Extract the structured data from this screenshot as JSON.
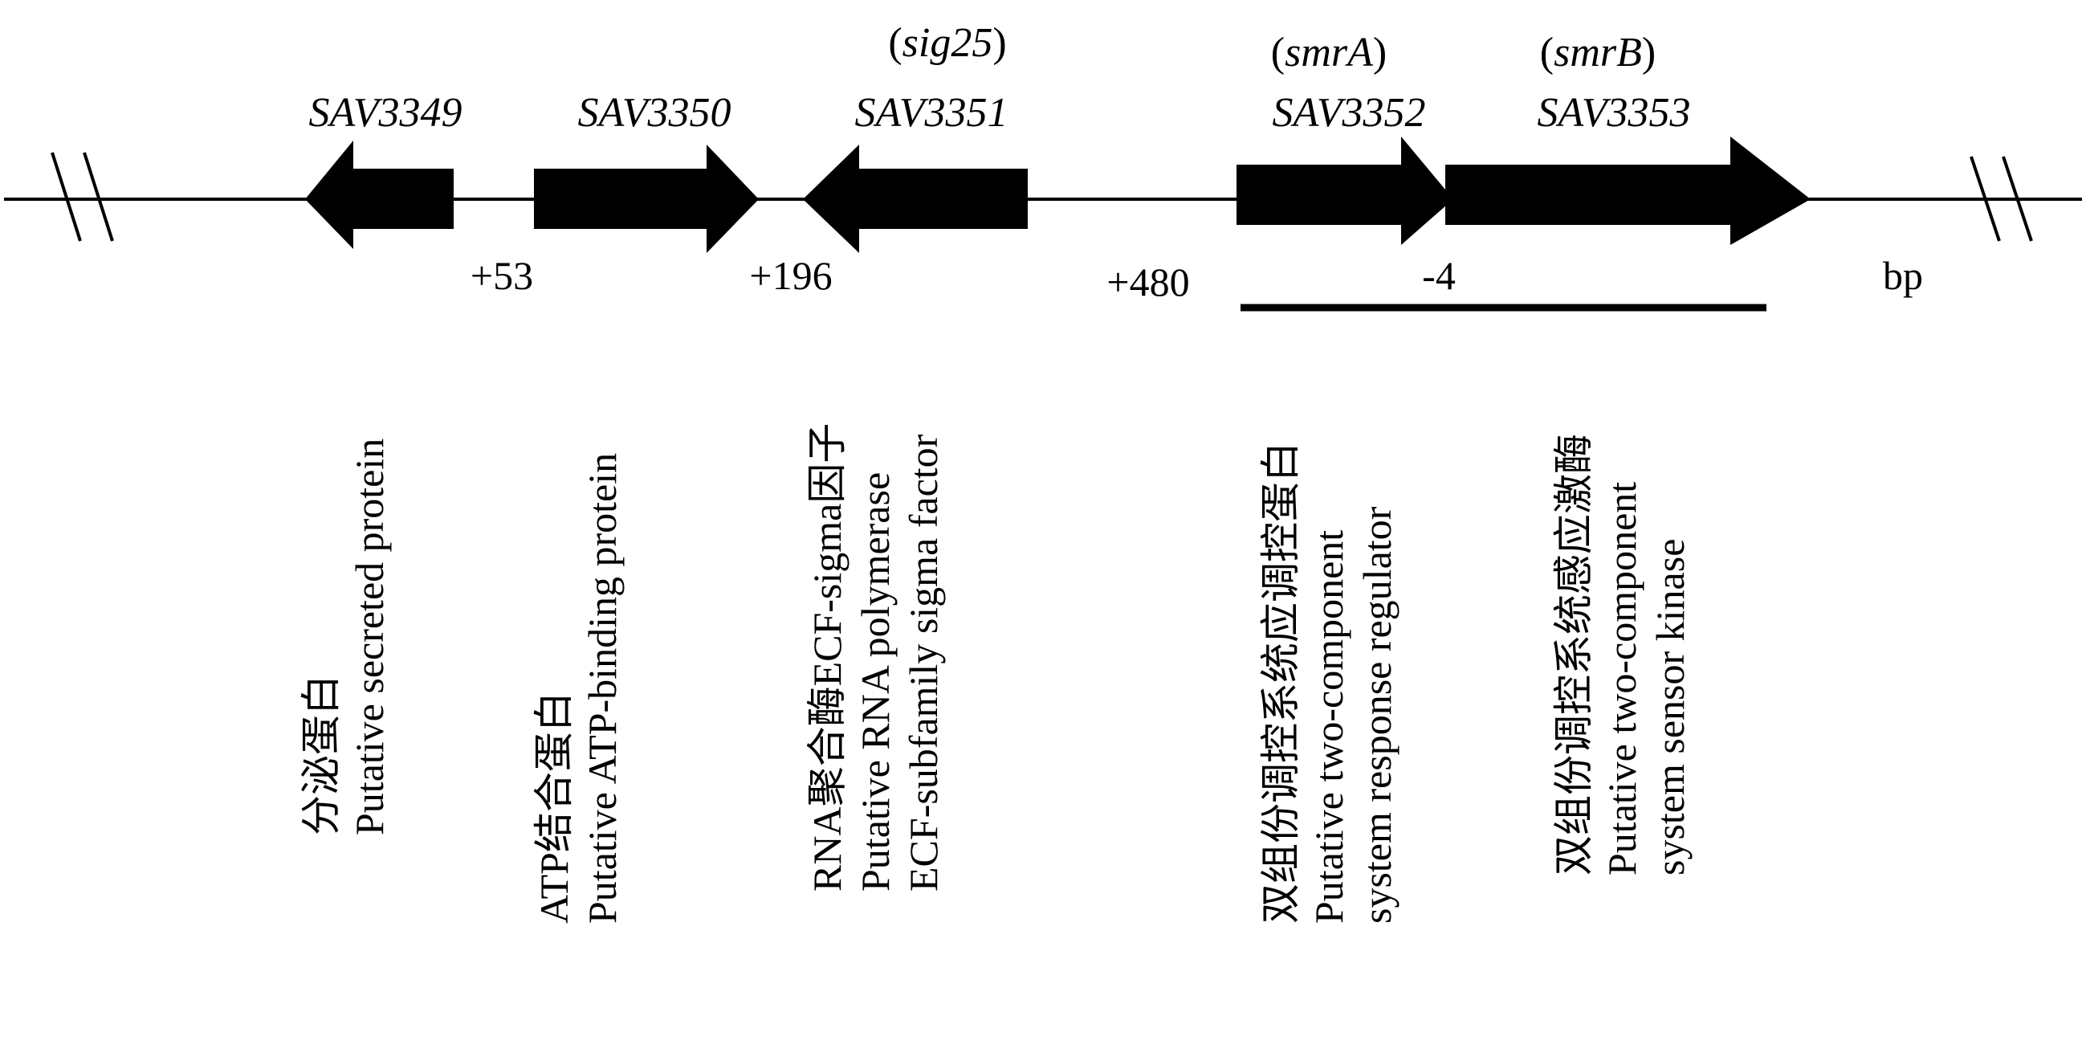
{
  "colors": {
    "ink": "#000000",
    "background": "#ffffff"
  },
  "genes": [
    {
      "name": "SAV3349",
      "alias": "",
      "direction": "left",
      "label_cn": "分泌蛋白",
      "label_en": [
        "Putative secreted protein"
      ]
    },
    {
      "name": "SAV3350",
      "alias": "",
      "direction": "right",
      "label_cn": "ATP结合蛋白",
      "label_en": [
        "Putative ATP-binding protein"
      ]
    },
    {
      "name": "SAV3351",
      "alias": "sig25",
      "direction": "left",
      "label_cn": "RNA聚合酶ECF-sigma因子",
      "label_en": [
        "Putative RNA polymerase",
        "ECF-subfamily sigma factor"
      ]
    },
    {
      "name": "SAV3352",
      "alias": "smrA",
      "direction": "right",
      "label_cn": "双组份调控系统应调控蛋白",
      "label_en": [
        "Putative two-component",
        "system response regulator"
      ]
    },
    {
      "name": "SAV3353",
      "alias": "smrB",
      "direction": "right",
      "label_cn": "双组份调控系统感应激酶",
      "label_en": [
        "Putative two-component",
        "system sensor kinase"
      ]
    }
  ],
  "intergenic": [
    "+53",
    "+196",
    "+480",
    "-4"
  ],
  "unit": "bp"
}
